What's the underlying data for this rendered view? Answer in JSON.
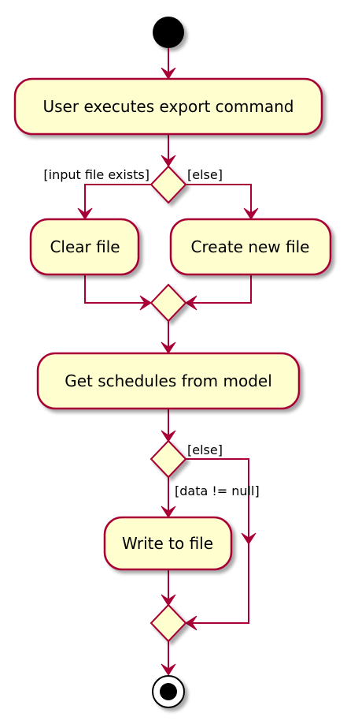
{
  "activities": {
    "export_command": "User executes export command",
    "clear_file": "Clear file",
    "create_new_file": "Create new file",
    "get_schedules": "Get schedules from model",
    "write_to_file": "Write to file"
  },
  "guards": {
    "input_file_exists": "[input file exists]",
    "else_first": "[else]",
    "data_not_null": "[data != null]",
    "else_second": "[else]"
  },
  "colors": {
    "line": "#A80036",
    "fill": "#FEFECE",
    "shadow": "#C8C8C8",
    "node": "#000000"
  }
}
